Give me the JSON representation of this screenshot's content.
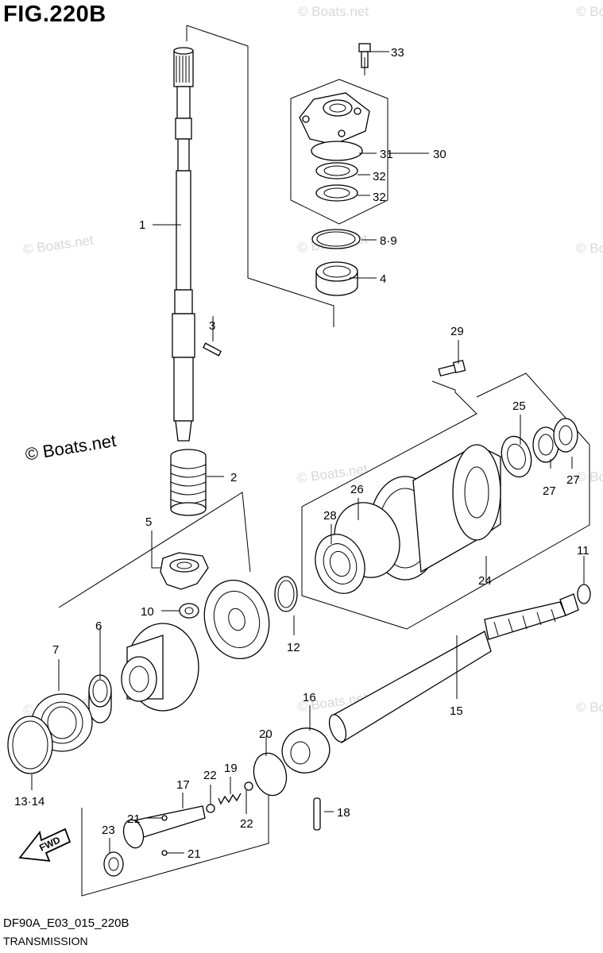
{
  "figure_title": "FIG.220B",
  "footer": {
    "code": "DF90A_E03_015_220B",
    "name": "TRANSMISSION"
  },
  "watermark": {
    "large": "© Boats.net",
    "faint": "© Boats.net"
  },
  "fwd_label": "FWD",
  "callouts": {
    "c1": "1",
    "c2": "2",
    "c3": "3",
    "c4": "4",
    "c5": "5",
    "c6": "6",
    "c7": "7",
    "c89": "8·9",
    "c10": "10",
    "c11": "11",
    "c12": "12",
    "c1314": "13·14",
    "c15": "15",
    "c16": "16",
    "c17": "17",
    "c18": "18",
    "c19": "19",
    "c20": "20",
    "c21a": "21",
    "c21b": "21",
    "c22a": "22",
    "c22b": "22",
    "c23": "23",
    "c24": "24",
    "c25": "25",
    "c26": "26",
    "c27a": "27",
    "c27b": "27",
    "c28": "28",
    "c29": "29",
    "c30": "30",
    "c31": "31",
    "c32a": "32",
    "c32b": "32",
    "c33": "33"
  }
}
